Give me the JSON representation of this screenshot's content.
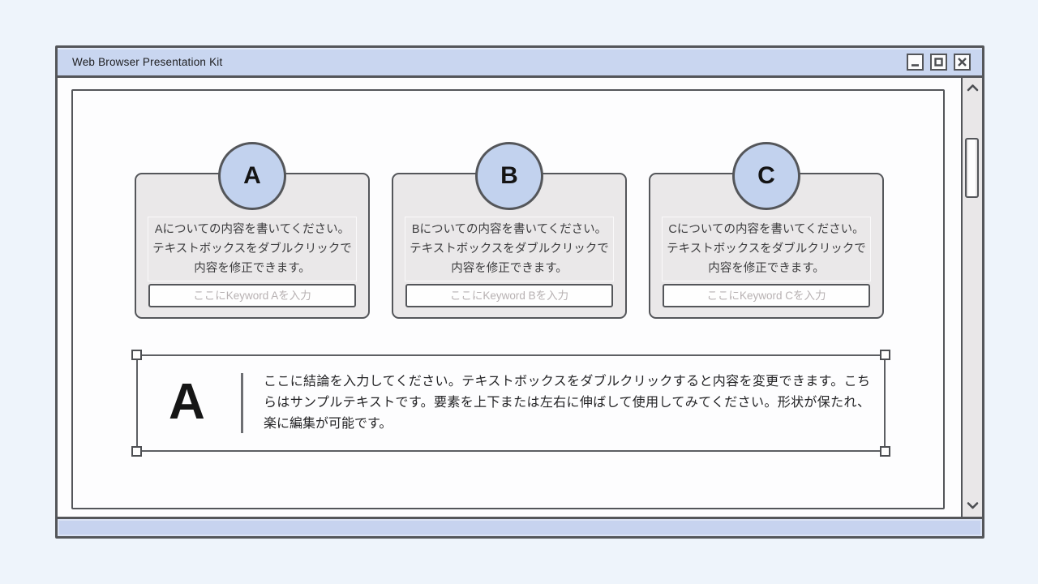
{
  "window": {
    "title": "Web Browser Presentation Kit",
    "controls": {
      "minimize": "minimize",
      "maximize": "maximize",
      "close": "close"
    }
  },
  "cards": [
    {
      "badge": "A",
      "body": "Aについての内容を書いてください。テキストボックスをダブルクリックで内容を修正できます。",
      "placeholder": "ここにKeyword Aを入力"
    },
    {
      "badge": "B",
      "body": "Bについての内容を書いてください。テキストボックスをダブルクリックで内容を修正できます。",
      "placeholder": "ここにKeyword Bを入力"
    },
    {
      "badge": "C",
      "body": "Cについての内容を書いてください。テキストボックスをダブルクリックで内容を修正できます。",
      "placeholder": "ここにKeyword Cを入力"
    }
  ],
  "conclusion": {
    "badge": "A",
    "text": "ここに結論を入力してください。テキストボックスをダブルクリックすると内容を変更できます。こちらはサンプルテキストです。要素を上下または左右に伸ばして使用してみてください。形状が保たれ、楽に編集が可能です。"
  },
  "colors": {
    "page_bg": "#eef4fb",
    "titlebar_blue": "#c9d6f0",
    "badge_blue": "#c2d2ee",
    "statusbar_blue": "#c7d3ef",
    "border_dark": "#54565a",
    "card_gray": "#eae8e9",
    "placeholder_gray": "#b7b1b2"
  }
}
